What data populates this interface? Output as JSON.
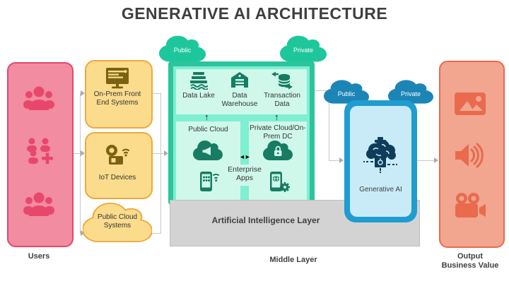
{
  "title": "GENERATIVE AI ARCHITECTURE",
  "users": {
    "label": "Users"
  },
  "sources": [
    {
      "label": "On-Prem Front End Systems",
      "icon": "monitor-icon"
    },
    {
      "label": "IoT Devices",
      "icon": "iot-device-icon"
    },
    {
      "label": "Public Cloud Systems",
      "icon": "cloud-shape"
    }
  ],
  "middle": {
    "top_clouds": [
      {
        "label": "Public"
      },
      {
        "label": "Private"
      }
    ],
    "data_items": [
      {
        "label": "Data Lake",
        "icon": "data-lake-icon"
      },
      {
        "label": "Data Warehouse",
        "icon": "data-warehouse-icon"
      },
      {
        "label": "Transaction Data",
        "icon": "transaction-data-icon"
      }
    ],
    "public_cloud_title": "Public Cloud",
    "private_cloud_title": "Private Cloud/On-Prem DC",
    "enterprise_apps_label": "Enterprise Apps",
    "ai_layer_label": "Artificial Intelligence Layer",
    "section_label": "Middle Layer"
  },
  "genai": {
    "clouds": [
      {
        "label": "Public"
      },
      {
        "label": "Private"
      }
    ],
    "label": "Generative AI",
    "icon": "ai-brain-icon"
  },
  "output": {
    "label": "Output\nBusiness Value",
    "icons": [
      "image-icon",
      "audio-speaker-icon",
      "video-camera-icon"
    ]
  },
  "glyphs": {
    "up_arrow": "↑",
    "lr_arrow": "◄►"
  },
  "colors": {
    "users_fill": "#F28CA0",
    "users_border": "#E4476C",
    "users_icon": "#E8476C",
    "source_fill": "#FBDC8D",
    "source_border": "#EFA83B",
    "source_icon": "#7A6210",
    "teal_cloud": "#1EC79B",
    "teal_frame": "#2CC59B",
    "teal_gap": "#7FEFD1",
    "teal_box": "#CFF8EB",
    "teal_icon": "#177C61",
    "gray_layer": "#D3D3D3",
    "blue_cloud": "#1C85B5",
    "blue_outer": "#1F9CD1",
    "blue_inner": "#C9EBF8",
    "blue_icon": "#0F3D59",
    "output_fill": "#F2A690",
    "output_border": "#E96A4D",
    "output_icon": "#E96A4D",
    "connector": "#C8C8C8",
    "text": "#3F3F3F"
  }
}
